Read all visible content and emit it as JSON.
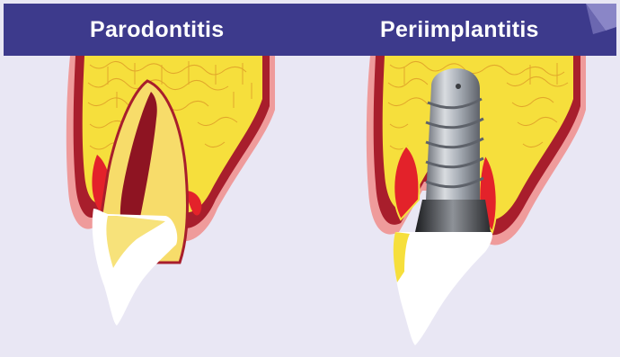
{
  "header": {
    "left_title": "Parodontitis",
    "right_title": "Periimplantitis"
  },
  "colors": {
    "header_bg": "#3d3a8c",
    "background": "#e9e7f4",
    "bone": "#f6df3c",
    "bone_lines": "#e0a12a",
    "gum_dark": "#a81e2c",
    "gum_light": "#ef8f8f",
    "inflammation": "#e3222a",
    "tooth_enamel": "#ffffff",
    "tooth_dentin": "#f7dc6a",
    "pulp": "#8e1422",
    "implant_metal": "#9ea3ab"
  },
  "panels": [
    {
      "id": "parodontitis",
      "icon": "tooth-icon"
    },
    {
      "id": "periimplantitis",
      "icon": "dental-implant-icon"
    }
  ]
}
